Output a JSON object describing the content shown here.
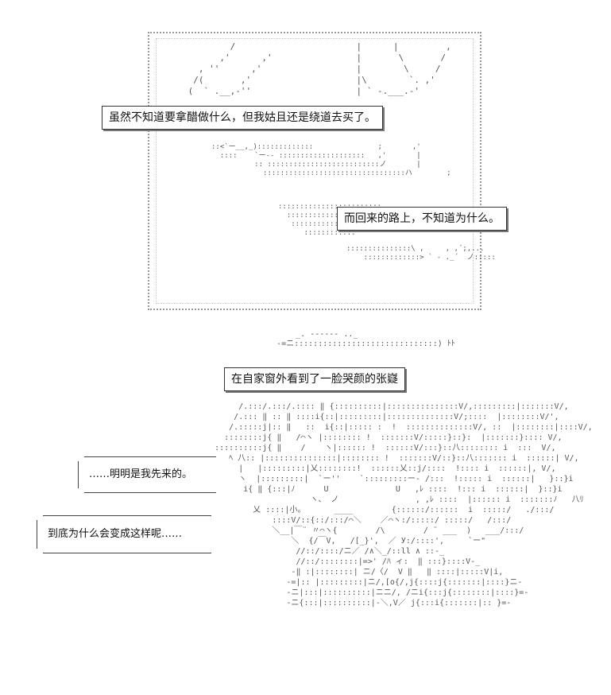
{
  "captions": {
    "top_narration": "虽然不知道要拿醋做什么，但我姑且还是绕道去买了。",
    "way_back": "而回来的路上，不知道为什么。",
    "window_scene": "在自家窗外看到了一脸哭颜的张嶷"
  },
  "bubbles": {
    "first_line": "……明明是我先来的。",
    "second_line": "到底为什么会变成这样呢……"
  }
}
